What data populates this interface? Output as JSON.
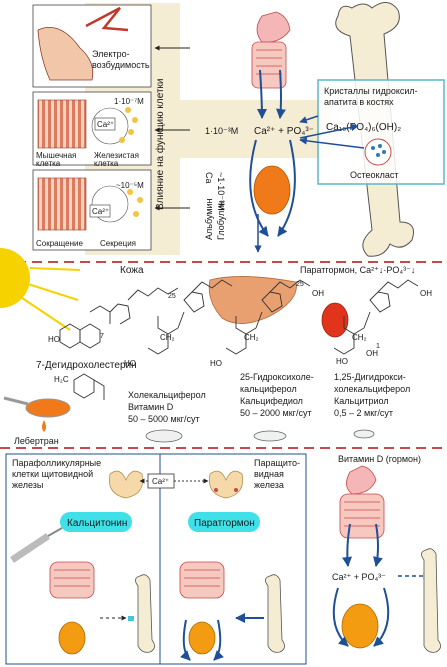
{
  "top": {
    "electro": [
      "Электро-",
      "возбудимость"
    ],
    "influence": "Влияние на функцию клетки",
    "conc_1e7": "1·10⁻⁷М",
    "conc_1e5": "~10⁻⁵М",
    "conc_1e3": "1·10⁻³М",
    "conc_mid": "~1·10⁻³М",
    "ca": "Ca²⁺",
    "muscle_cell": [
      "Мышечная",
      "клетка"
    ],
    "gland_cell": [
      "Железистая",
      "клетка"
    ],
    "contraction": "Сокращение",
    "secretion": "Секреция",
    "albumin": "Альбумин",
    "globulin": "Глобулин",
    "ca_ion": "Ca",
    "ca_po4": "Ca²⁺ + PO₄³⁻",
    "crystals": [
      "Кристаллы гидроксил-",
      "апатита в костях"
    ],
    "formula": "Ca₁₀(PO₄)₆(OH)₂",
    "osteoclast": "Остеокласт"
  },
  "middle": {
    "skin": "Кожа",
    "pth_line": "Паратгормон, Ca²⁺↓·PO₄³⁻↓",
    "dehydro": "7-Дегидрохолестерин",
    "chole": [
      "Холекальциферол",
      "Витамин D",
      "50 – 5000 мкг/сут"
    ],
    "hydroxy": [
      "25-Гидроксихоле-",
      "кальциферол",
      "Кальцифедиол",
      "50 – 2000 мкг/сут"
    ],
    "dihydroxy": [
      "1,25-Дигидрокси-",
      "холекальциферол",
      "Кальцитриол",
      "0,5 – 2 мкг/сут"
    ],
    "cod_oil": "Лебертран",
    "ho": "HO",
    "oh": "OH",
    "ch2": "CH₂",
    "h2c": "H₂C",
    "n25": "25",
    "n1": "1",
    "n7": "7"
  },
  "bottom": {
    "parafollicular": [
      "Парафолликулярные",
      "клетки щитовидной",
      "железы"
    ],
    "parathyroid": [
      "Паращито-",
      "видная",
      "железа"
    ],
    "ca_box": "Ca²⁺",
    "calcitonin": "Кальцитонин",
    "parathormone": "Паратгормон",
    "vitd_hormone": "Витамин D (гормон)",
    "ca_po4": "Ca²⁺ + PO₄³⁻"
  },
  "colors": {
    "blue_arrow": "#1f4f96",
    "teal_box": "#5bb7c8",
    "cyan_pill": "#40e0e8",
    "orange": "#f07a1a",
    "kidney": "#f39c12",
    "liver": "#e8a070",
    "pink_red": "#c44a4a",
    "yellow": "#f5d200",
    "cream": "#f5ecd4"
  }
}
